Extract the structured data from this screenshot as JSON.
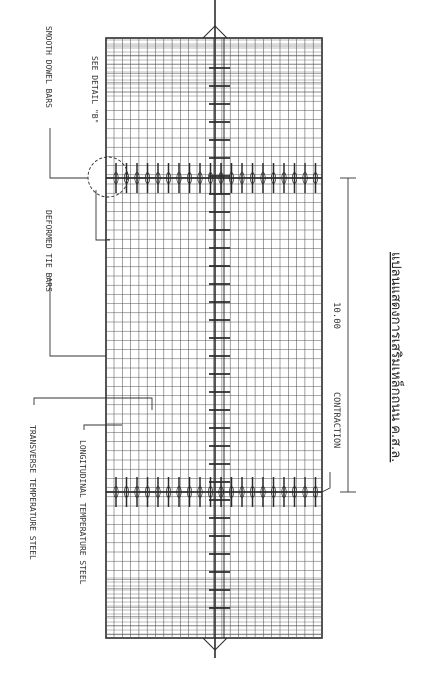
{
  "labels": {
    "smooth_dowel_bars": "SMOOTH DOWEL BARS",
    "see_detail": "SEE DETAIL \"B\"",
    "deformed_tie_bars": "DEFORMED TIE BARS",
    "transverse_temp_steel": "TRANSVERSE TEMPERATURE STEEL",
    "longitudinal_temp_steel": "LONGITUDINAL TEMPERATURE STEEL",
    "contraction": "CONTRACTION",
    "dimension": "10.00",
    "title": "แปลนแสดงการเสริมเหล็กถนน ค.ส.ล."
  },
  "colors": {
    "line": "#2b2b2b",
    "grid": "#555555",
    "paper": "#ffffff"
  }
}
